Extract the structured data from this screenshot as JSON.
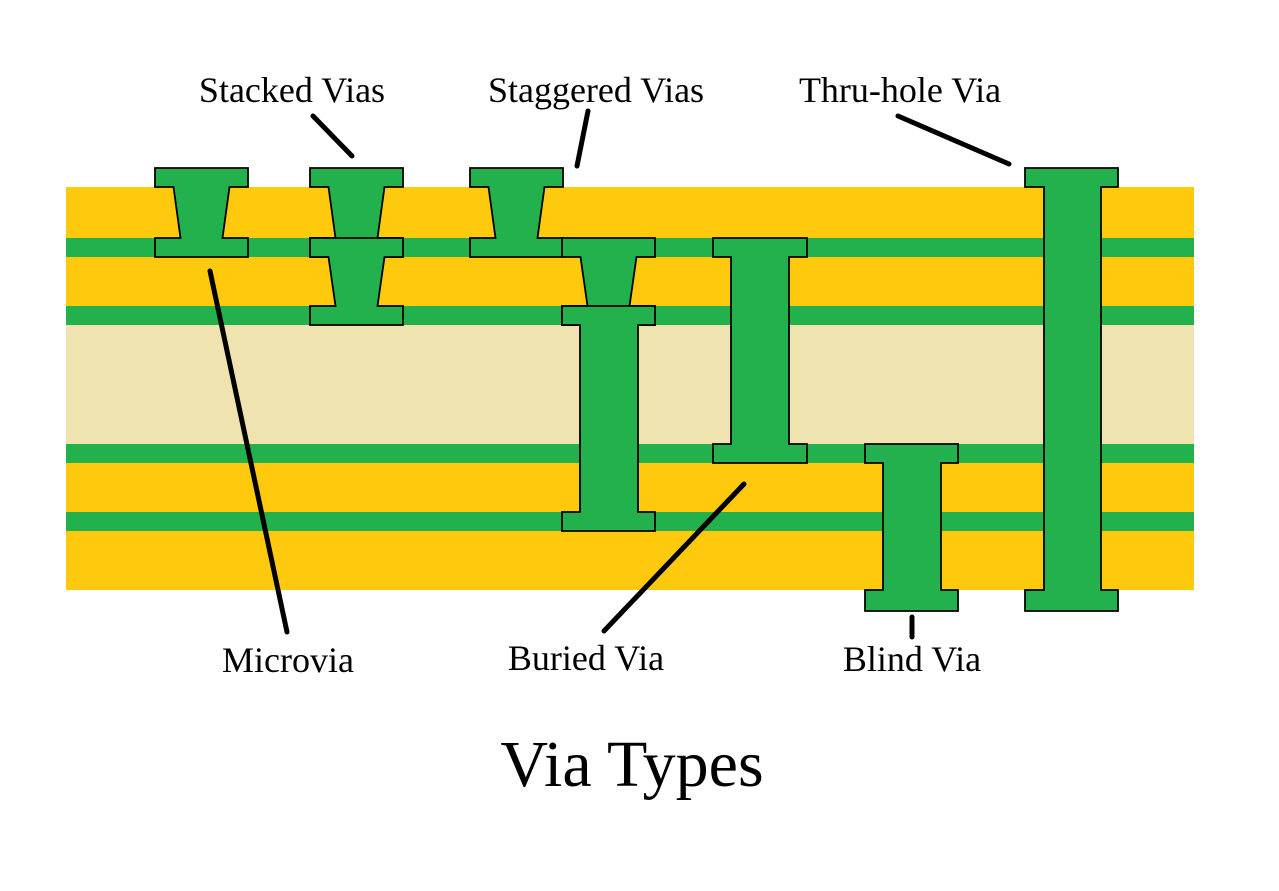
{
  "title": "Via Types",
  "labels": {
    "stacked": "Stacked Vias",
    "staggered": "Staggered Vias",
    "thru_hole": "Thru-hole Via",
    "microvia": "Microvia",
    "buried": "Buried Via",
    "blind": "Blind Via"
  },
  "colors": {
    "copper_green": "#22B14C",
    "substrate_yellow": "#FFC90E",
    "core_cream": "#EFE4B0",
    "outline": "#000000",
    "text": "#000000",
    "background": "#FFFFFF"
  }
}
